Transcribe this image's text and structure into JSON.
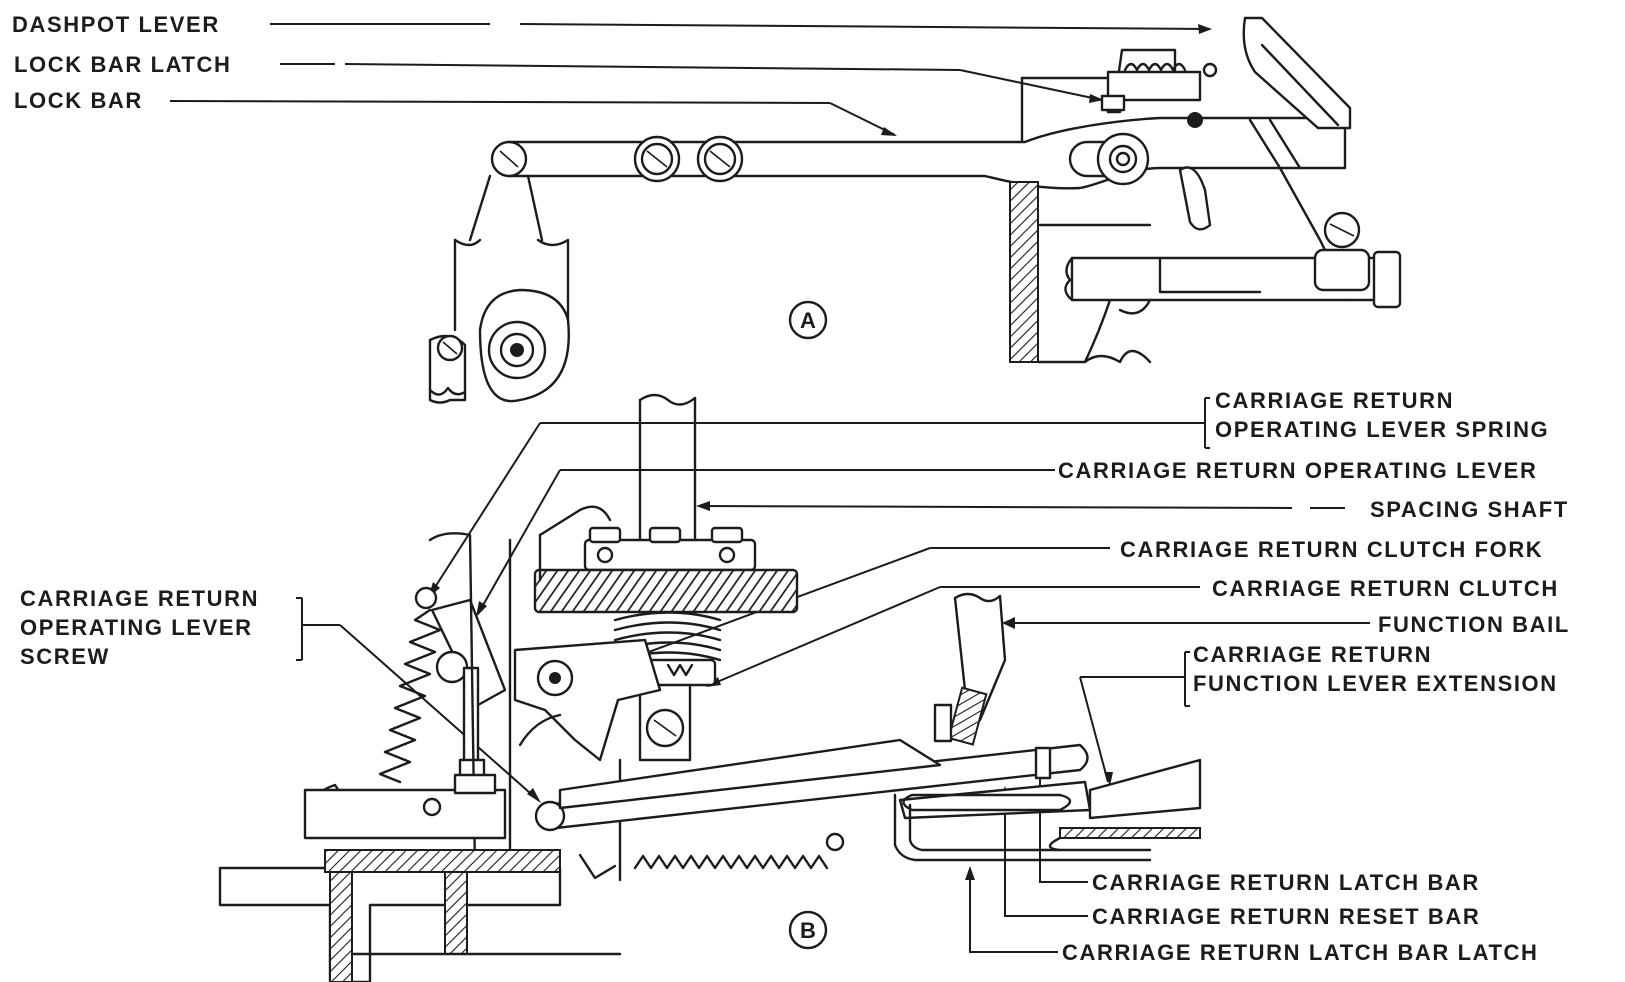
{
  "figure": {
    "views": [
      {
        "id": "A",
        "marker": "A"
      },
      {
        "id": "B",
        "marker": "B"
      }
    ],
    "labels_view_a": [
      {
        "key": "dashpot_lever",
        "text": "DASHPOT LEVER"
      },
      {
        "key": "lock_bar_latch",
        "text": "LOCK BAR LATCH"
      },
      {
        "key": "lock_bar",
        "text": "LOCK BAR"
      }
    ],
    "labels_view_b_right": [
      {
        "key": "cr_operating_lever_spring",
        "lines": [
          "CARRIAGE RETURN",
          "OPERATING LEVER SPRING"
        ]
      },
      {
        "key": "cr_operating_lever",
        "lines": [
          "CARRIAGE RETURN OPERATING LEVER"
        ]
      },
      {
        "key": "spacing_shaft",
        "lines": [
          "SPACING SHAFT"
        ]
      },
      {
        "key": "cr_clutch_fork",
        "lines": [
          "CARRIAGE RETURN CLUTCH FORK"
        ]
      },
      {
        "key": "cr_clutch",
        "lines": [
          "CARRIAGE RETURN CLUTCH"
        ]
      },
      {
        "key": "function_bail",
        "lines": [
          "FUNCTION BAIL"
        ]
      },
      {
        "key": "cr_function_lever_extension",
        "lines": [
          "CARRIAGE RETURN",
          "FUNCTION LEVER EXTENSION"
        ]
      }
    ],
    "labels_view_b_left": [
      {
        "key": "cr_operating_lever_screw",
        "lines": [
          "CARRIAGE RETURN",
          "OPERATING LEVER",
          "SCREW"
        ]
      }
    ],
    "labels_view_b_bottom": [
      {
        "key": "cr_latch_bar",
        "text": "CARRIAGE RETURN LATCH BAR"
      },
      {
        "key": "cr_reset_bar",
        "text": "CARRIAGE RETURN RESET BAR"
      },
      {
        "key": "cr_latch_bar_latch",
        "text": "CARRIAGE RETURN LATCH BAR LATCH"
      }
    ]
  }
}
